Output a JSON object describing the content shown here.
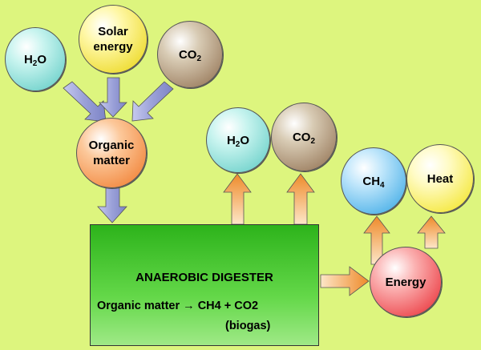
{
  "inputs": {
    "water": {
      "main": "H",
      "sub": "2",
      "tail": "O"
    },
    "solar": {
      "line1": "Solar",
      "line2": "energy"
    },
    "co2": {
      "main": "CO",
      "sub": "2"
    }
  },
  "organic": {
    "line1": "Organic",
    "line2": "matter"
  },
  "digester": {
    "title": "ANAEROBIC DIGESTER",
    "equation": "Organic matter → CH4 + CO2",
    "biogas": "(biogas)"
  },
  "outputs": {
    "water": {
      "main": "H",
      "sub": "2",
      "tail": "O"
    },
    "co2": {
      "main": "CO",
      "sub": "2"
    }
  },
  "energy": {
    "label": "Energy"
  },
  "energy_outputs": {
    "ch4": {
      "main": "CH",
      "sub": "4"
    },
    "heat": {
      "label": "Heat"
    }
  },
  "colors": {
    "background": "#ddf57e",
    "input_arrow": "#9aa0d8",
    "output_arrow": "#f2a050"
  }
}
